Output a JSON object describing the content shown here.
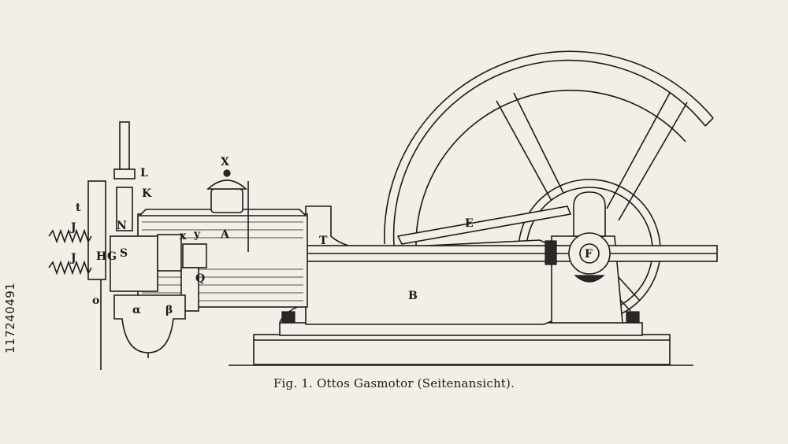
{
  "caption": "Fig. 1.  Ottos Gasmotor (Seitenansicht).",
  "stock_id": "117240491",
  "labels": {
    "X": "X",
    "L": "L",
    "K": "K",
    "t": "t",
    "J1": "J",
    "J2": "J",
    "N": "N",
    "S": "S",
    "H": "H",
    "G": "G",
    "x": "x",
    "y": "y",
    "A": "A",
    "T": "T",
    "E": "E",
    "F": "F",
    "B": "B",
    "Q": "Q",
    "o": "o",
    "alpha": "α",
    "beta": "β"
  },
  "colors": {
    "ink": "#1d1b18",
    "paper": "#f1efe7"
  }
}
